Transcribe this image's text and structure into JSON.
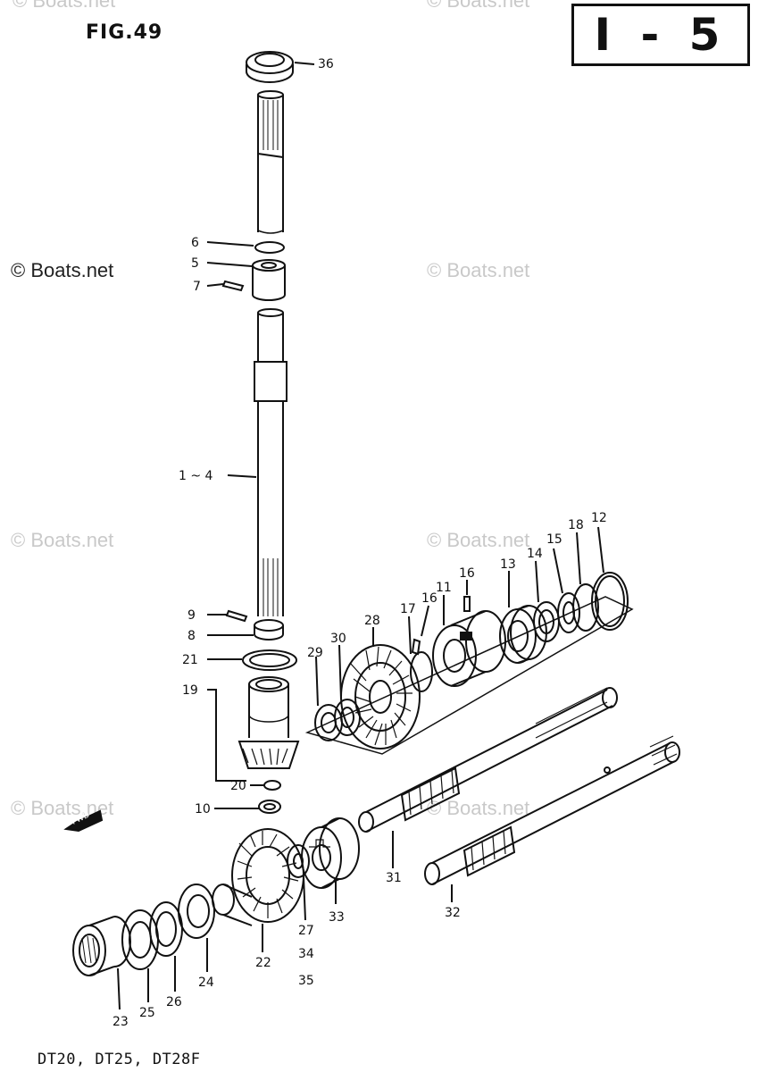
{
  "figure_label": "FIG.49",
  "page_code": "I - 5",
  "models": "DT20, DT25, DT28F",
  "watermarks": {
    "top_left": "© Boats.net",
    "top_right": "© Boats.net",
    "mid_left": "© Boats.net",
    "mid_right": "© Boats.net",
    "lower_left": "© Boats.net",
    "lower_right": "© Boats.net",
    "bottom_left": "© Boats.net",
    "bottom_right": "© Boats.net"
  },
  "callouts": {
    "c36": "36",
    "c6": "6",
    "c5": "5",
    "c7": "7",
    "c1_4": "1 ~ 4",
    "c9": "9",
    "c8": "8",
    "c21": "21",
    "c19": "19",
    "c20": "20",
    "c10": "10",
    "c29": "29",
    "c30": "30",
    "c28": "28",
    "c17": "17",
    "c16a": "16",
    "c16b": "16",
    "c11": "11",
    "c13": "13",
    "c14": "14",
    "c15": "15",
    "c18": "18",
    "c12": "12",
    "c31": "31",
    "c32": "32",
    "c33": "33",
    "c27": "27",
    "c34": "34",
    "c35": "35",
    "c22": "22",
    "c24": "24",
    "c26": "26",
    "c25": "25",
    "c23": "23"
  },
  "fwd_badge": "FWD"
}
